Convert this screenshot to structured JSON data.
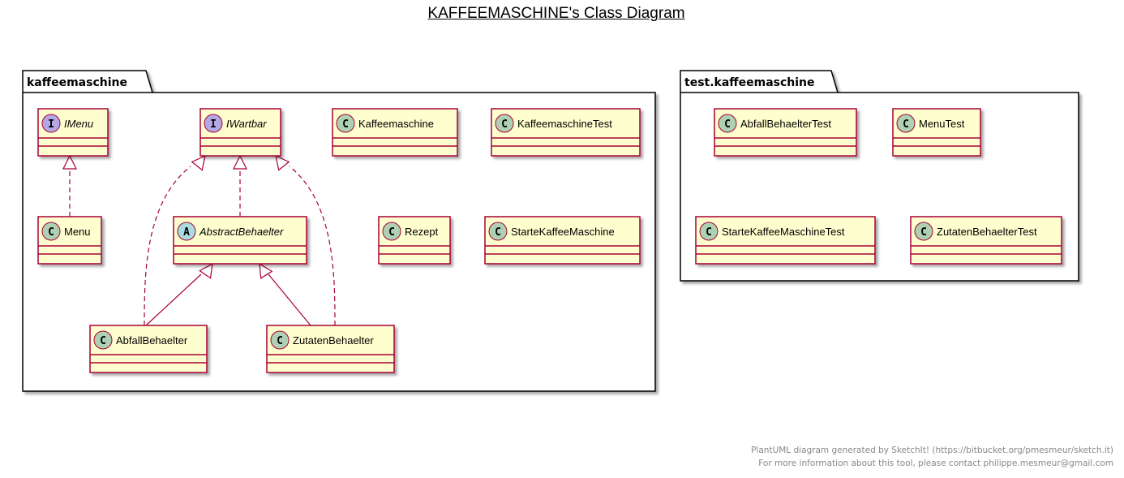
{
  "title": "KAFFEEMASCHINE's Class Diagram",
  "footer": {
    "line1": "PlantUML diagram generated by SketchIt! (https://bitbucket.org/pmesmeur/sketch.it)",
    "line2": "For more information about this tool, please contact philippe.mesmeur@gmail.com"
  },
  "colors": {
    "class_fill": "#FEFECE",
    "border": "#A80036",
    "class_badge": "#ADD1B2",
    "interface_badge": "#B4A7E5",
    "abstract_badge": "#A9DCDF"
  },
  "packages": [
    {
      "name": "kaffeemaschine",
      "classes": [
        {
          "id": "IMenu",
          "name": "IMenu",
          "stereotype": "I",
          "italic": true
        },
        {
          "id": "IWartbar",
          "name": "IWartbar",
          "stereotype": "I",
          "italic": true
        },
        {
          "id": "Kaffeemaschine",
          "name": "Kaffeemaschine",
          "stereotype": "C",
          "italic": false
        },
        {
          "id": "KaffeemaschineTest",
          "name": "KaffeemaschineTest",
          "stereotype": "C",
          "italic": false
        },
        {
          "id": "Menu",
          "name": "Menu",
          "stereotype": "C",
          "italic": false
        },
        {
          "id": "AbstractBehaelter",
          "name": "AbstractBehaelter",
          "stereotype": "A",
          "italic": true
        },
        {
          "id": "Rezept",
          "name": "Rezept",
          "stereotype": "C",
          "italic": false
        },
        {
          "id": "StarteKaffeeMaschine",
          "name": "StarteKaffeeMaschine",
          "stereotype": "C",
          "italic": false
        },
        {
          "id": "AbfallBehaelter",
          "name": "AbfallBehaelter",
          "stereotype": "C",
          "italic": false
        },
        {
          "id": "ZutatenBehaelter",
          "name": "ZutatenBehaelter",
          "stereotype": "C",
          "italic": false
        }
      ]
    },
    {
      "name": "test.kaffeemaschine",
      "classes": [
        {
          "id": "AbfallBehaelterTest",
          "name": "AbfallBehaelterTest",
          "stereotype": "C",
          "italic": false
        },
        {
          "id": "MenuTest",
          "name": "MenuTest",
          "stereotype": "C",
          "italic": false
        },
        {
          "id": "StarteKaffeeMaschineTest",
          "name": "StarteKaffeeMaschineTest",
          "stereotype": "C",
          "italic": false
        },
        {
          "id": "ZutatenBehaelterTest",
          "name": "ZutatenBehaelterTest",
          "stereotype": "C",
          "italic": false
        }
      ]
    }
  ],
  "relations": [
    {
      "from": "Menu",
      "to": "IMenu",
      "kind": "realization"
    },
    {
      "from": "AbstractBehaelter",
      "to": "IWartbar",
      "kind": "realization"
    },
    {
      "from": "AbfallBehaelter",
      "to": "IWartbar",
      "kind": "realization"
    },
    {
      "from": "ZutatenBehaelter",
      "to": "IWartbar",
      "kind": "realization"
    },
    {
      "from": "AbfallBehaelter",
      "to": "AbstractBehaelter",
      "kind": "generalization"
    },
    {
      "from": "ZutatenBehaelter",
      "to": "AbstractBehaelter",
      "kind": "generalization"
    }
  ]
}
